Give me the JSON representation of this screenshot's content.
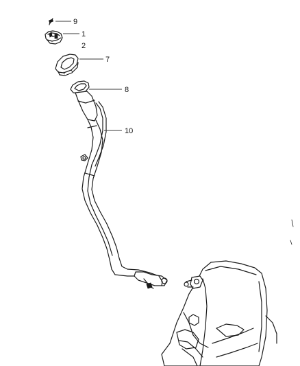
{
  "callouts": {
    "c9": "9",
    "c1": "1",
    "c2": "2",
    "c7": "7",
    "c8": "8",
    "c10": "10"
  },
  "parts": [
    {
      "number": "1",
      "name": "fuel-cap"
    },
    {
      "number": "2",
      "name": "fuel-cap-seal"
    },
    {
      "number": "7",
      "name": "housing-ring"
    },
    {
      "number": "8",
      "name": "filler-neck-top"
    },
    {
      "number": "9",
      "name": "screw"
    },
    {
      "number": "10",
      "name": "fuel-filler-tube"
    }
  ]
}
